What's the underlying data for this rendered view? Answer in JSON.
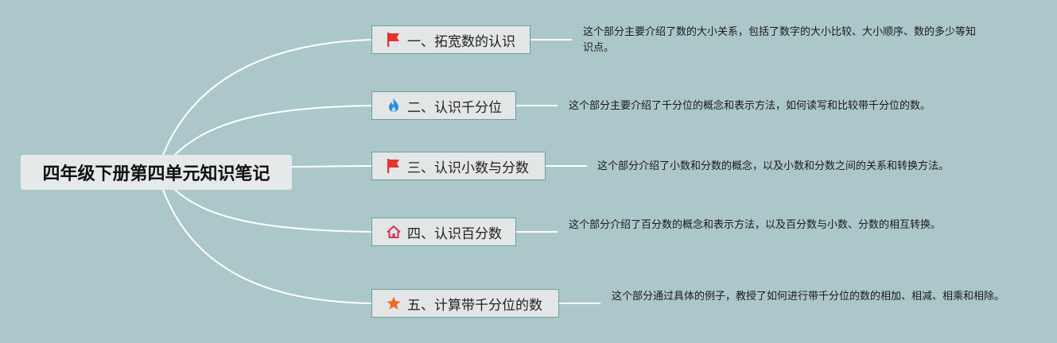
{
  "root": {
    "title": "四年级下册第四单元知识笔记"
  },
  "branches": [
    {
      "label": "一、拓宽数的认识",
      "icon": "red-flag-icon",
      "note": "这个部分主要介绍了数的大小关系，包括了数字的大小比较、大小顺序、数的多少等知识点。"
    },
    {
      "label": "二、认识千分位",
      "icon": "blue-flame-icon",
      "note": "这个部分主要介绍了千分位的概念和表示方法，如何读写和比较带千分位的数。"
    },
    {
      "label": "三、认识小数与分数",
      "icon": "red-flag-icon",
      "note": "这个部分介绍了小数和分数的概念，以及小数和分数之间的关系和转换方法。"
    },
    {
      "label": "四、认识百分数",
      "icon": "house-icon",
      "note": "这个部分介绍了百分数的概念和表示方法，以及百分数与小数、分数的相互转换。"
    },
    {
      "label": "五、计算带千分位的数",
      "icon": "orange-star-icon",
      "note": "这个部分通过具体的例子，教授了如何进行带千分位的数的相加、相减、相乘和相除。"
    }
  ],
  "colors": {
    "background": "#acc7c9",
    "connector": "#ffffff",
    "flag": "#e4322b",
    "flame": "#2a8fe0",
    "house": "#d6335a",
    "star": "#f06a2b"
  }
}
